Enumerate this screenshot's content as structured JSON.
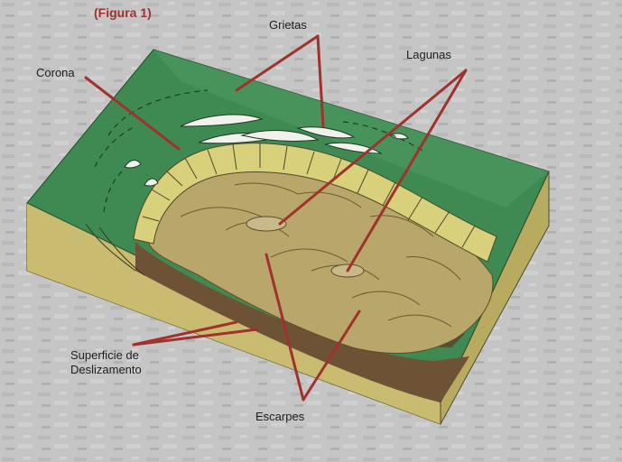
{
  "figure_label": "(Figura 1)",
  "labels": {
    "grietas": "Grietas",
    "lagunas": "Lagunas",
    "corona": "Corona",
    "superficie_line1": "Superficie de",
    "superficie_line2": "Deslizamento",
    "escarpes": "Escarpes"
  },
  "colors": {
    "background": "#c4c4c4",
    "grass": "#3f8a52",
    "soil_face": "#cfc27a",
    "slide_mass": "#b9a66a",
    "crown_blocks": "#d8d07a",
    "dark_soil": "#6e5236",
    "leader_lines": "#a0322e"
  }
}
